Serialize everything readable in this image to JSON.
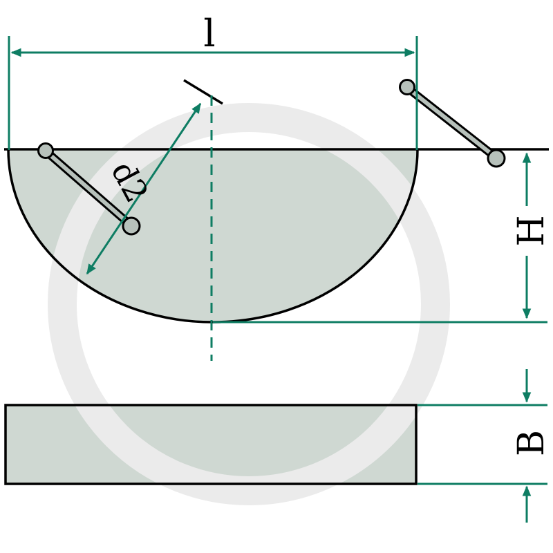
{
  "diagram": {
    "labels": {
      "length": "l",
      "disc_diameter": "d2",
      "height": "H",
      "thickness": "B"
    },
    "colors": {
      "dimension": "#0e7d63",
      "outline": "#000000",
      "fill": "#cfd8d2",
      "pin_fill": "#b7c1bb",
      "watermark": "#ebebeb",
      "background": "#ffffff"
    }
  }
}
